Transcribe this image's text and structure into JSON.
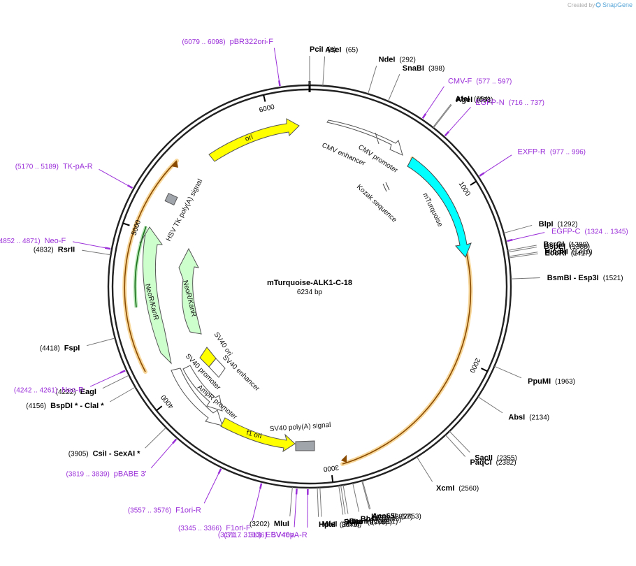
{
  "credit": {
    "prefix": "Created by",
    "brand": "SnapGene"
  },
  "plasmid": {
    "name": "mTurquoise-ALK1-C-18",
    "size": "6234 bp",
    "length": 6234
  },
  "ticks": [
    {
      "label": "1000",
      "pos": 1000
    },
    {
      "label": "2000",
      "pos": 2000
    },
    {
      "label": "3000",
      "pos": 3000
    },
    {
      "label": "4000",
      "pos": 4000
    },
    {
      "label": "5000",
      "pos": 5000
    },
    {
      "label": "6000",
      "pos": 6000
    }
  ],
  "sites": [
    {
      "pos": 0,
      "name": "PciI",
      "coord": "(0)"
    },
    {
      "pos": 65,
      "name": "AseI",
      "coord": "(65)"
    },
    {
      "pos": 292,
      "name": "NdeI",
      "coord": "(292)"
    },
    {
      "pos": 398,
      "name": "SnaBI",
      "coord": "(398)"
    },
    {
      "pos": 654,
      "name": "AfeI",
      "coord": "(654)"
    },
    {
      "pos": 658,
      "name": "AgeI",
      "coord": "(658)"
    },
    {
      "pos": 1292,
      "name": "BlpI",
      "coord": "(1292)"
    },
    {
      "pos": 1380,
      "name": "BsrGI",
      "coord": "(1380)"
    },
    {
      "pos": 1388,
      "name": "BspEI",
      "coord": "(1388)"
    },
    {
      "pos": 1410,
      "name": "HindIII",
      "coord": "(1410)"
    },
    {
      "pos": 1417,
      "name": "EcoRI",
      "coord": "(1417)"
    },
    {
      "pos": 1521,
      "name": "BsmBI - Esp3I",
      "coord": "(1521)"
    },
    {
      "pos": 1963,
      "name": "PpuMI",
      "coord": "(1963)"
    },
    {
      "pos": 2134,
      "name": "AbsI",
      "coord": "(2134)"
    },
    {
      "pos": 2355,
      "name": "SacII",
      "coord": "(2355)"
    },
    {
      "pos": 2382,
      "name": "PaqCI",
      "coord": "(2382)"
    },
    {
      "pos": 2560,
      "name": "XcmI",
      "coord": "(2560)"
    },
    {
      "pos": 2853,
      "name": "Acc65I",
      "coord": "(2853)"
    },
    {
      "pos": 2857,
      "name": "KpnI",
      "coord": "(2857)"
    },
    {
      "pos": 2903,
      "name": "BbsI",
      "coord": "(2903)"
    },
    {
      "pos": 2951,
      "name": "BamHI",
      "coord": "(2951)"
    },
    {
      "pos": 2963,
      "name": "XbaI *",
      "coord": "(2963)"
    },
    {
      "pos": 2973,
      "name": "BclI *",
      "coord": "(2973)"
    },
    {
      "pos": 3066,
      "name": "MfeI",
      "coord": "(3066)"
    },
    {
      "pos": 3079,
      "name": "HpaI",
      "coord": "(3079)"
    },
    {
      "pos": 3202,
      "name": "MluI",
      "coord": "(3202)"
    },
    {
      "pos": 3905,
      "name": "CsiI - SexAI *",
      "coord": "(3905)"
    },
    {
      "pos": 4156,
      "name": "BspDI * - ClaI *",
      "coord": "(4156)"
    },
    {
      "pos": 4222,
      "name": "EagI",
      "coord": "(4222)"
    },
    {
      "pos": 4418,
      "name": "FspI",
      "coord": "(4418)"
    },
    {
      "pos": 4832,
      "name": "RsrII",
      "coord": "(4832)"
    }
  ],
  "primers": [
    {
      "name": "pBR322ori-F",
      "range": "(6079 .. 6098)",
      "pos": 6088
    },
    {
      "name": "CMV-F",
      "range": "(577 .. 597)",
      "pos": 587
    },
    {
      "name": "EGFP-N",
      "range": "(716 .. 737)",
      "pos": 726
    },
    {
      "name": "EXFP-R",
      "range": "(977 .. 996)",
      "pos": 986
    },
    {
      "name": "EGFP-C",
      "range": "(1324 .. 1345)",
      "pos": 1334
    },
    {
      "name": "F1ori-R",
      "range": "(3557 .. 3576)",
      "pos": 3566
    },
    {
      "name": "F1ori-F",
      "range": "(3345 .. 3366)",
      "pos": 3355
    },
    {
      "name": "EBV-rev",
      "range": "(3171 .. 3190)",
      "pos": 3180
    },
    {
      "name": "SV40pA-R",
      "range": "(3117 .. 3136)",
      "pos": 3126
    },
    {
      "name": "pBABE 3'",
      "range": "(3819 .. 3839)",
      "pos": 3829
    },
    {
      "name": "Neo-R",
      "range": "(4242 .. 4261)",
      "pos": 4251
    },
    {
      "name": "Neo-F",
      "range": "(4852 .. 4871)",
      "pos": 4861
    },
    {
      "name": "TK-pA-R",
      "range": "(5170 .. 5189)",
      "pos": 5179
    }
  ],
  "features": [
    {
      "name": "CMV enhancer",
      "type": "outline-arrow"
    },
    {
      "name": "CMV promoter",
      "type": "outline-arrow"
    },
    {
      "name": "mTurquoise",
      "type": "cyan-arrow",
      "color": "#00ffff"
    },
    {
      "name": "Kozak sequence",
      "type": "mark"
    },
    {
      "name": "ori",
      "type": "yellow-arrow",
      "color": "#ffff00"
    },
    {
      "name": "HSV TK poly(A) signal",
      "type": "gray-box",
      "color": "#a0a4ab"
    },
    {
      "name": "NeoR/KanR",
      "type": "green-arrow",
      "color": "#ccffcc"
    },
    {
      "name": "NeoR/KanR",
      "type": "green-arrow",
      "color": "#ccffcc"
    },
    {
      "name": "SV40 ori",
      "type": "yellow-box",
      "color": "#ffff00"
    },
    {
      "name": "SV40 enhancer",
      "type": "outline"
    },
    {
      "name": "SV40 promoter",
      "type": "outline-arrow"
    },
    {
      "name": "AmpR promoter",
      "type": "outline-arrow"
    },
    {
      "name": "f1 ori",
      "type": "yellow-arrow",
      "color": "#ffff00"
    },
    {
      "name": "SV40 poly(A) signal",
      "type": "gray-box",
      "color": "#a0a4ab"
    }
  ]
}
